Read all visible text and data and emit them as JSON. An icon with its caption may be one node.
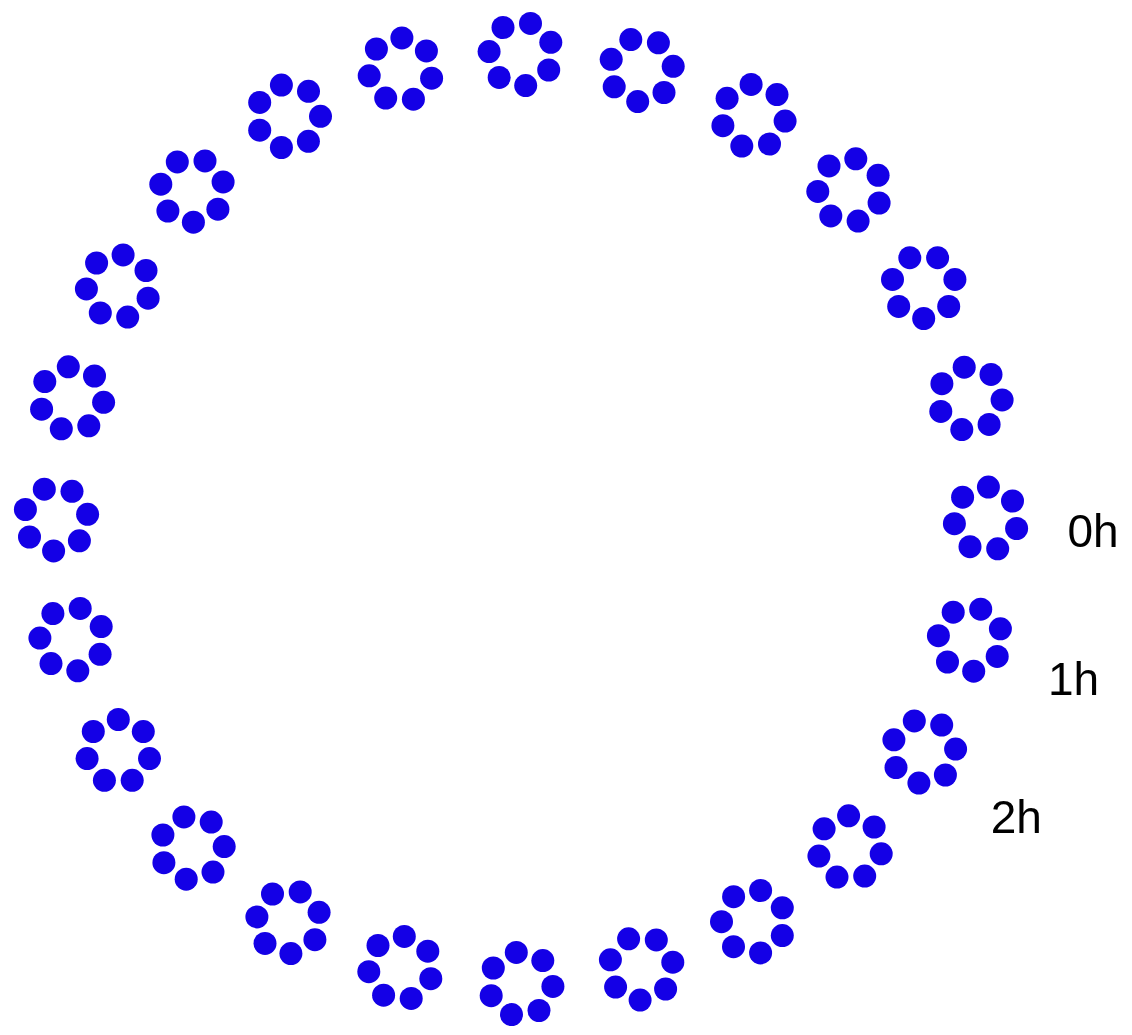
{
  "diagram": {
    "labels": [
      "0h",
      "1h",
      "2h"
    ]
  }
}
